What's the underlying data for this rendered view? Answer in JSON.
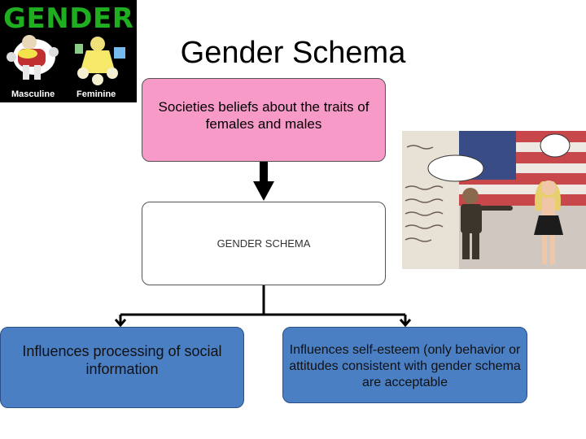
{
  "title": "Gender Schema",
  "logo": {
    "letters": [
      "G",
      "E",
      "N",
      "D",
      "E",
      "R"
    ],
    "label_masculine": "Masculine",
    "label_feminine": "Feminine"
  },
  "diagram": {
    "top_box": "Societies beliefs about the traits of females and males",
    "middle_box": "GENDER SCHEMA",
    "left_box": "Influences processing of social information",
    "right_box": "Influences self-esteem (only behavior or attitudes consistent with gender schema are acceptable"
  },
  "colors": {
    "top_box": "#f79ac8",
    "bottom_boxes": "#4a7fc4",
    "logo_text": "#1fae1f"
  }
}
